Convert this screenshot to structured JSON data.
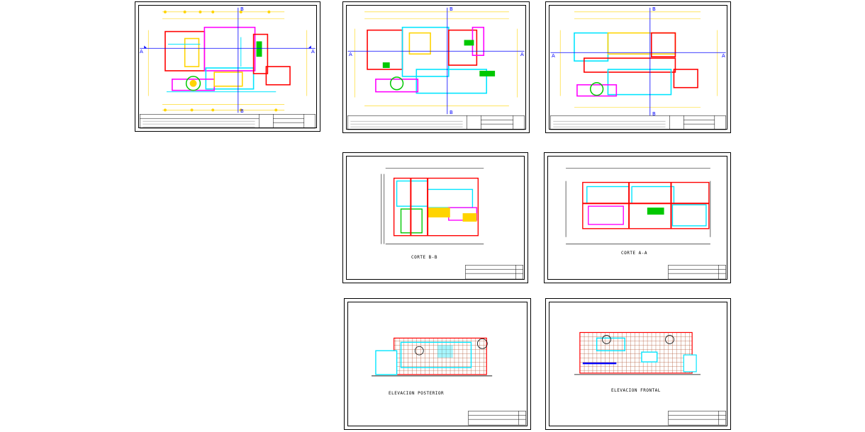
{
  "colors": {
    "paper": "#ffffff",
    "frame": "#000000",
    "wall_red": "#ff0000",
    "cyan": "#00e5ff",
    "yellow": "#ffd400",
    "magenta": "#ff00ff",
    "green": "#00c800",
    "blue": "#0000ff",
    "brown": "#b35a3a"
  },
  "sheets": [
    {
      "id": "plan-1",
      "kind": "floor-plan",
      "axis_labels": {
        "a": "A",
        "b": "B"
      }
    },
    {
      "id": "plan-2",
      "kind": "floor-plan",
      "axis_labels": {
        "a": "A",
        "b": "B"
      }
    },
    {
      "id": "plan-3",
      "kind": "floor-plan",
      "axis_labels": {
        "a": "A",
        "b": "B"
      }
    },
    {
      "id": "section-bb",
      "kind": "section",
      "caption": "CORTE B-B"
    },
    {
      "id": "section-aa",
      "kind": "section",
      "caption": "CORTE A-A"
    },
    {
      "id": "elev-back",
      "kind": "elevation",
      "caption": "ELEVACION POSTERIOR"
    },
    {
      "id": "elev-front",
      "kind": "elevation",
      "caption": "ELEVACION FRONTAL"
    }
  ]
}
